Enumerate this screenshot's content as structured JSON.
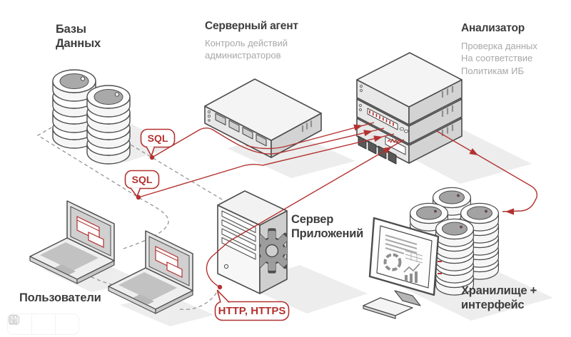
{
  "accent_color": "#b23230",
  "outline_color": "#4d4d4d",
  "nodes": {
    "databases": {
      "title": "Базы\nДанных",
      "icon": "database-stack"
    },
    "server_agent": {
      "title": "Серверный агент",
      "subtitle": "Контроль действий\nадминистраторов",
      "icon": "network-switch"
    },
    "analyzer": {
      "title": "Анализатор",
      "subtitle": "Проверка данных\nНа соответствие\nПолитикам ИБ",
      "icon": "server-rack"
    },
    "app_server": {
      "title": "Сервер\nПриложений",
      "icon": "server-tower-gear"
    },
    "users": {
      "title": "Пользователи",
      "icon": "laptops"
    },
    "storage": {
      "title": "Хранилище +\nинтерфейс",
      "icon": "disk-array-with-monitor"
    }
  },
  "labels": {
    "sql_top": "SQL",
    "sql_bottom": "SQL",
    "http": "HTTP, HTTPS"
  },
  "edges": [
    {
      "from": "databases",
      "to": "app_server",
      "style": "dashed",
      "tap_label": "SQL"
    },
    {
      "from": "databases",
      "to": "users",
      "style": "dashed",
      "tap_label": "SQL"
    },
    {
      "from": "users",
      "to": "app_server",
      "style": "dashed",
      "tap_label": "HTTP, HTTPS"
    },
    {
      "from": "server_agent",
      "to": "analyzer",
      "style": "red-arrow"
    },
    {
      "from": "sql-tap-top",
      "to": "analyzer",
      "style": "red-arrow"
    },
    {
      "from": "sql-tap-bottom",
      "to": "analyzer",
      "style": "red-arrow"
    },
    {
      "from": "http-tap",
      "to": "analyzer",
      "style": "red-arrow"
    },
    {
      "from": "analyzer",
      "to": "storage",
      "style": "red-arrow"
    }
  ],
  "toolbar": {
    "icons": [
      "bookmark",
      "image-search",
      "more-options"
    ]
  }
}
